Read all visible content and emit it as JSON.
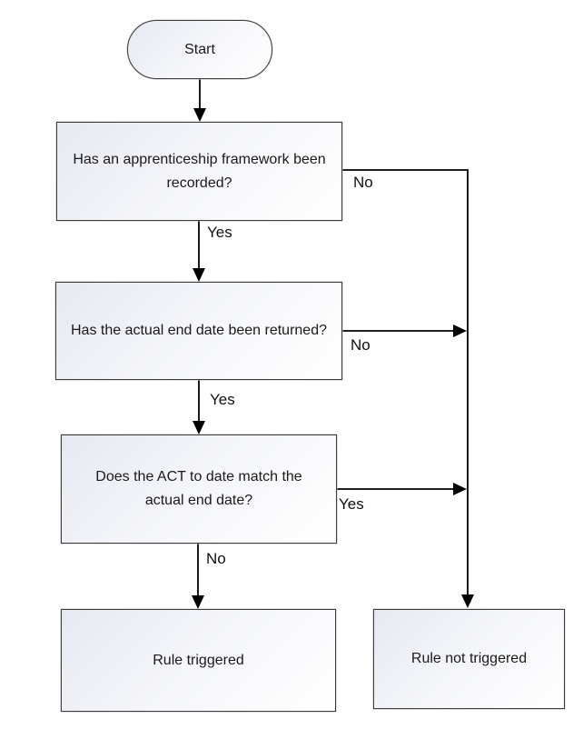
{
  "diagram": {
    "type": "flowchart",
    "background": "#ffffff",
    "node_border_color": "#3d3d3d",
    "node_fill_gradient": [
      "#e7e9f1",
      "#ffffff"
    ],
    "connector_color": "#000000",
    "text_color": "#1a1a1a"
  },
  "nodes": [
    {
      "id": "start",
      "shape": "terminator",
      "label": "Start"
    },
    {
      "id": "q1",
      "shape": "process",
      "label": "Has an apprenticeship framework been recorded?"
    },
    {
      "id": "q2",
      "shape": "process",
      "label": "Has the actual end date been returned?"
    },
    {
      "id": "q3",
      "shape": "process",
      "label": "Does the ACT to date match the actual end date?"
    },
    {
      "id": "rule-triggered",
      "shape": "process",
      "label": "Rule triggered"
    },
    {
      "id": "rule-not-triggered",
      "shape": "process",
      "label": "Rule not triggered"
    }
  ],
  "edges": [
    {
      "from": "start",
      "to": "q1",
      "label": ""
    },
    {
      "from": "q1",
      "to": "q2",
      "label": "Yes"
    },
    {
      "from": "q1",
      "to": "rule-not-triggered",
      "label": "No"
    },
    {
      "from": "q2",
      "to": "q3",
      "label": "Yes"
    },
    {
      "from": "q2",
      "to": "rule-not-triggered",
      "label": "No"
    },
    {
      "from": "q3",
      "to": "rule-triggered",
      "label": "No"
    },
    {
      "from": "q3",
      "to": "rule-not-triggered",
      "label": "Yes"
    }
  ]
}
